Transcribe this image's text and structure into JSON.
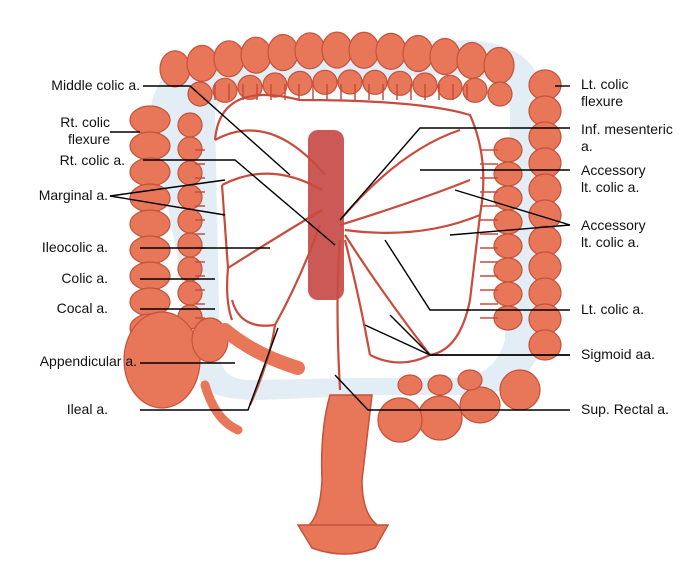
{
  "colors": {
    "bowel": "#e8775a",
    "bowel_dark": "#c4513a",
    "mesentery": "#e3edf6",
    "artery": "#c84b3c",
    "aorta": "#c23c37",
    "leader": "#000000"
  },
  "labels_left": [
    {
      "id": "middle-colic",
      "text": "Middle colic a."
    },
    {
      "id": "rt-colic-flexure",
      "text": "Rt. colic\nflexure"
    },
    {
      "id": "rt-colic",
      "text": "Rt. colic a."
    },
    {
      "id": "marginal",
      "text": "Marginal a."
    },
    {
      "id": "ileocolic",
      "text": "Ileocolic a."
    },
    {
      "id": "colic",
      "text": "Colic a."
    },
    {
      "id": "cocal",
      "text": "Cocal a."
    },
    {
      "id": "appendicular",
      "text": "Appendicular a."
    },
    {
      "id": "ileal",
      "text": "Ileal a."
    }
  ],
  "labels_right": [
    {
      "id": "lt-colic-flexure",
      "text": "Lt. colic\nflexure"
    },
    {
      "id": "inf-mesenteric",
      "text": "Inf. mesenteric\na."
    },
    {
      "id": "accessory-lt-colic-1",
      "text": "Accessory\nlt. colic a."
    },
    {
      "id": "accessory-lt-colic-2",
      "text": "Accessory\nlt. colic a."
    },
    {
      "id": "lt-colic",
      "text": "Lt. colic a."
    },
    {
      "id": "sigmoid",
      "text": "Sigmoid aa."
    },
    {
      "id": "sup-rectal",
      "text": "Sup. Rectal a."
    }
  ]
}
